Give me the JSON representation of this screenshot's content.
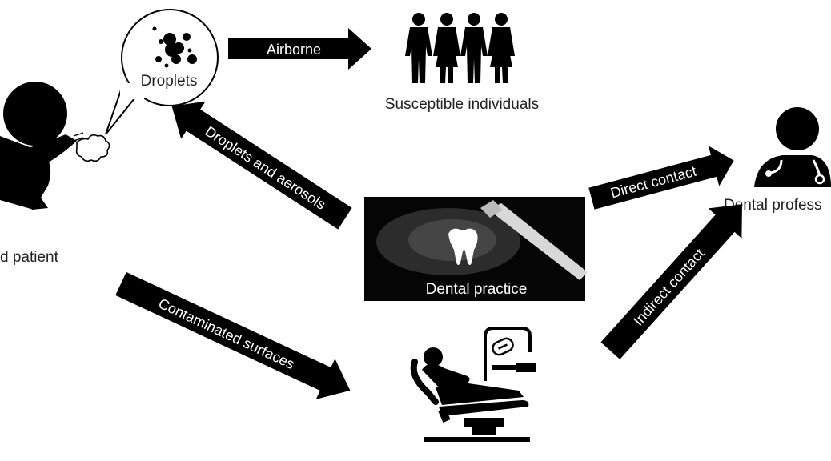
{
  "labels": {
    "droplets": "Droplets",
    "susceptible": "Susceptible individuals",
    "patient": "d patient",
    "professional": "Dental profess",
    "practice": "Dental practice"
  },
  "arrows": {
    "airborne": "Airborne",
    "droplets_aerosols": "Droplets and aerosols",
    "direct_contact": "Direct contact",
    "indirect_contact": "Indirect contact",
    "contaminated_surfaces": "Contaminated surfaces"
  },
  "icons": [
    "patient-coughing-icon",
    "droplets-bubble-icon",
    "susceptible-individuals-icon",
    "dental-professional-icon",
    "dental-handpiece-tooth-icon",
    "dental-chair-icon"
  ],
  "colors": {
    "ink": "#000000",
    "background": "#ffffff"
  }
}
